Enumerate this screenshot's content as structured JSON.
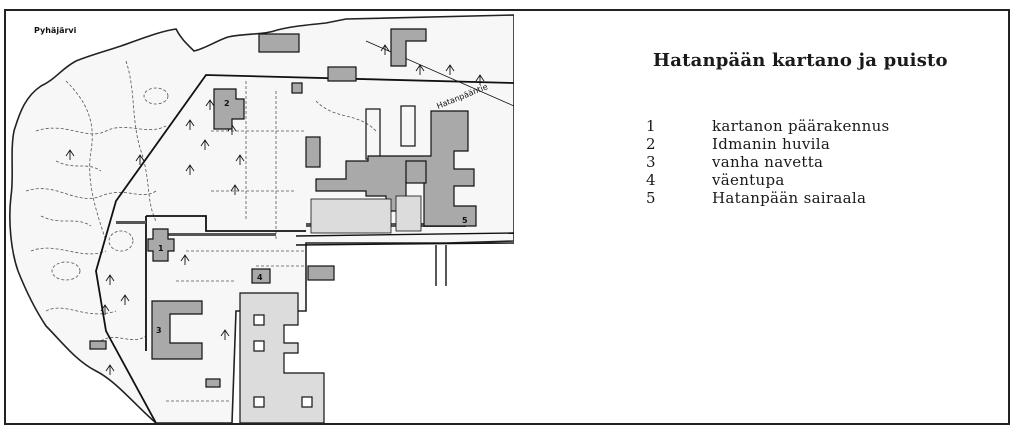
{
  "map": {
    "lake_label": "Pyhäjärvi",
    "street_label": "Hatanpääntie",
    "building_markers": [
      "1",
      "2",
      "3",
      "4",
      "5"
    ]
  },
  "legend": {
    "title": "Hatanpään kartano ja puisto",
    "items": [
      {
        "number": "1",
        "label": "kartanon päärakennus"
      },
      {
        "number": "2",
        "label": "Idmanin huvila"
      },
      {
        "number": "3",
        "label": "vanha navetta"
      },
      {
        "number": "4",
        "label": "väentupa"
      },
      {
        "number": "5",
        "label": "Hatanpään sairaala"
      }
    ]
  },
  "colors": {
    "building_fill": "#a9a9a9",
    "light_building_fill": "#dcdcdc",
    "ink": "#1a1a1a"
  }
}
